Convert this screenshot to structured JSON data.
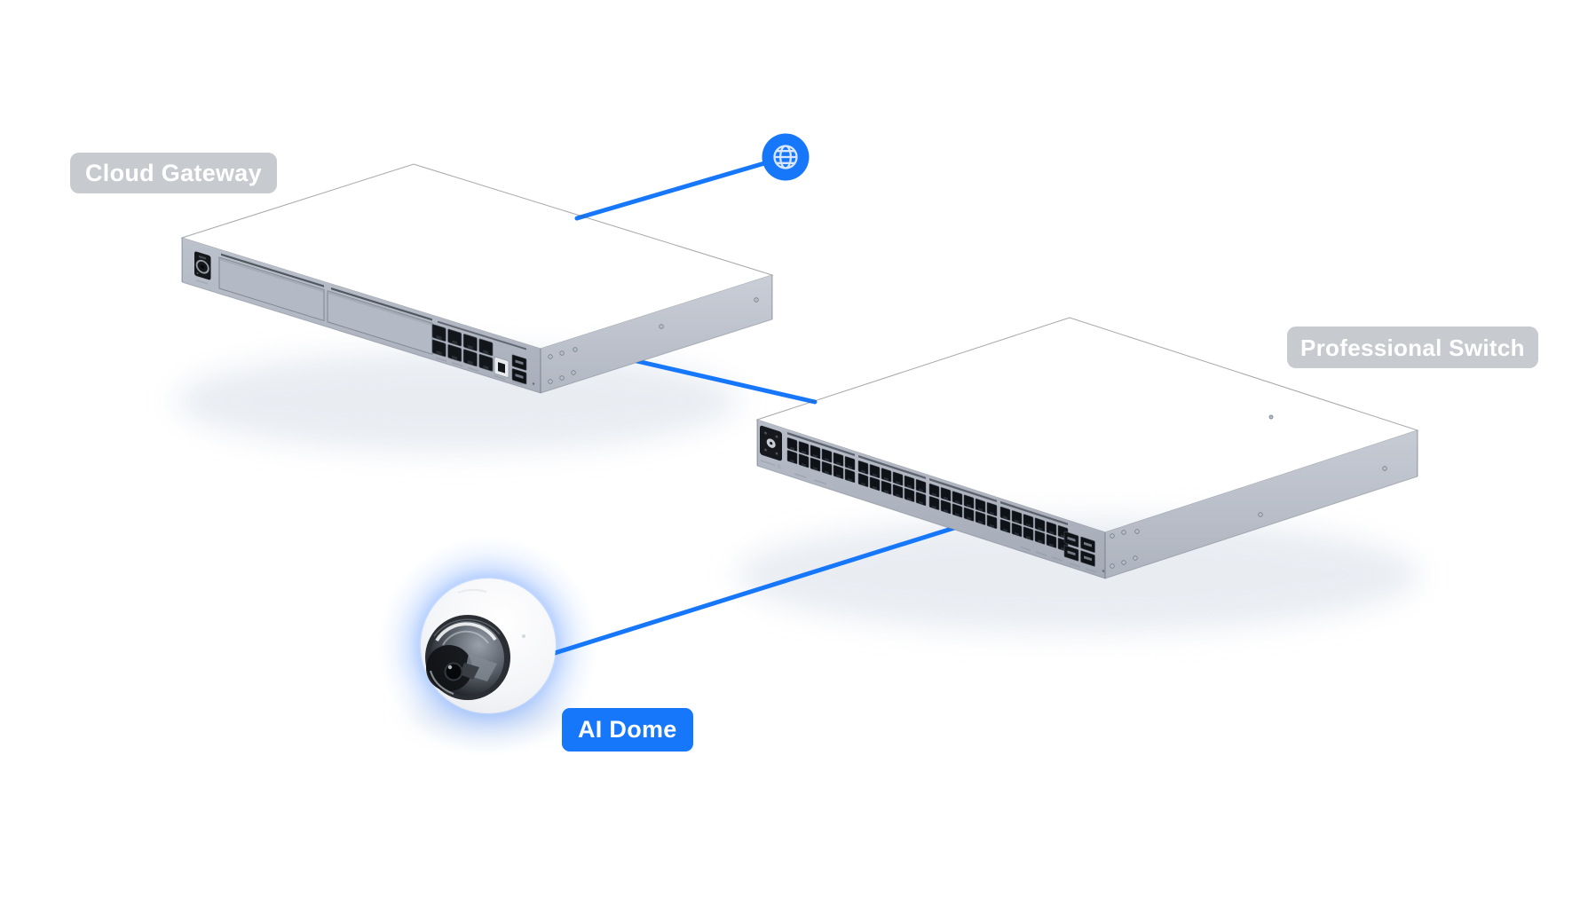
{
  "colors": {
    "accent_blue": "#1677fb",
    "badge_gray_bg": "#c7cace",
    "badge_text": "#ffffff",
    "device_gray": "#bcc2cc",
    "background": "#ffffff"
  },
  "nodes": {
    "internet": {
      "icon": "globe-icon"
    },
    "gateway": {
      "label": "Cloud Gateway",
      "ports": {
        "rj45": 8,
        "wan_rj45": 1,
        "sfp": 2
      },
      "drive_bays": 2
    },
    "switch": {
      "label": "Professional Switch",
      "ports": {
        "rj45": 48,
        "sfp": 4
      }
    },
    "camera": {
      "label": "AI Dome"
    }
  },
  "connections": [
    {
      "from": "internet",
      "to": "gateway"
    },
    {
      "from": "gateway",
      "to": "switch"
    },
    {
      "from": "switch",
      "to": "camera"
    }
  ]
}
